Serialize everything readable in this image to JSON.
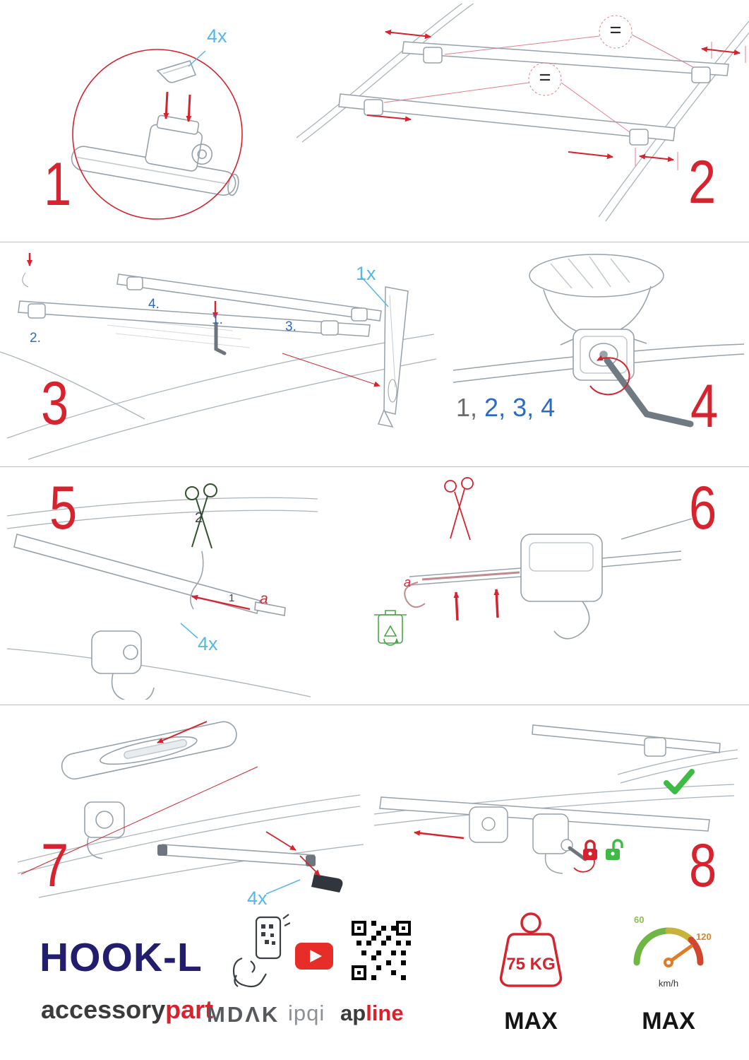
{
  "page": {
    "title": "HOOK-L"
  },
  "colors": {
    "step_red": "#d6232e",
    "accent_blue": "#54b8e8",
    "label_blue": "#2a6bc8",
    "brand_navy": "#231d6e",
    "brand_red": "#d6232e",
    "ok_green": "#3dbb44",
    "lock_red": "#d6232e",
    "lock_green": "#3dbb44"
  },
  "icons": [
    "magnifier-circle-icon",
    "equal-badge-icon",
    "hex-key-icon",
    "scissors-icon",
    "trash-recycle-icon",
    "check-icon",
    "lock-closed-icon",
    "lock-open-icon",
    "phone-scan-icon",
    "youtube-icon",
    "qr-code-icon",
    "weight-limit-icon",
    "speedometer-icon"
  ],
  "steps": {
    "one": {
      "number": "1",
      "qty": "4x"
    },
    "two": {
      "number": "2",
      "equals": "="
    },
    "three": {
      "number": "3",
      "qty": "1x",
      "label1": "1.",
      "label2": "2.",
      "label3": "3.",
      "label4": "4."
    },
    "four": {
      "number": "4",
      "seq_gray": "1,",
      "seq_blue": "2, 3, 4"
    },
    "five": {
      "number": "5",
      "scissors_label": "2",
      "strap_label": "1",
      "dim_label": "a",
      "qty": "4x"
    },
    "six": {
      "number": "6",
      "dim_label": "a"
    },
    "seven": {
      "number": "7",
      "qty": "4x"
    },
    "eight": {
      "number": "8"
    }
  },
  "footer": {
    "product": "HOOK-L",
    "brand": "accessory",
    "brand_accent": "part",
    "logo_mdak": "MDΛK",
    "logo_ipqi": "ipqi",
    "logo_ap": "ap",
    "logo_ap_accent": "line",
    "weight": "75 KG",
    "weight_max": "MAX",
    "speed_min": "60",
    "speed_peak": "120",
    "speed_unit": "km/h",
    "speed_max": "MAX"
  }
}
